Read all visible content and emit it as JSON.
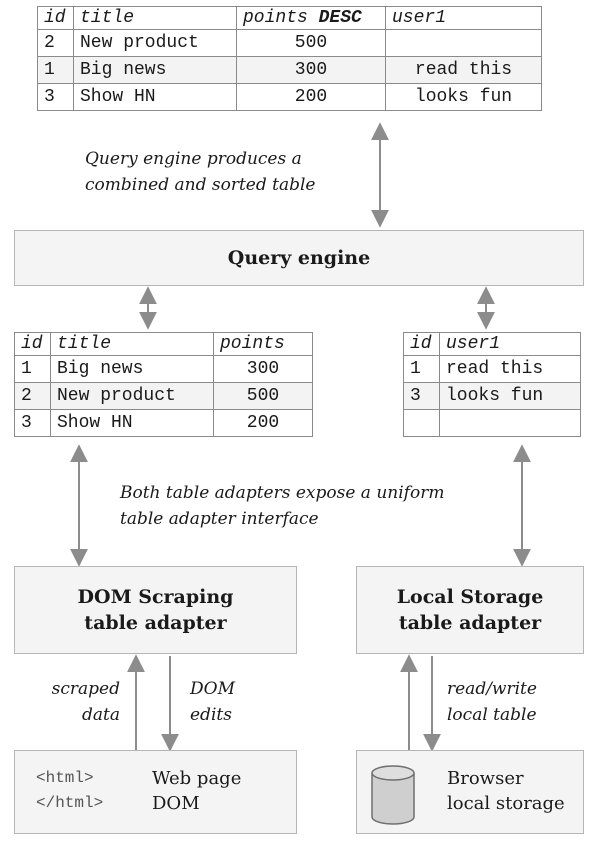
{
  "result_table": {
    "headers": [
      "id",
      "title",
      "points",
      "DESC",
      "user1"
    ],
    "rows": [
      [
        "2",
        "New product",
        "500",
        ""
      ],
      [
        "1",
        "Big news",
        "300",
        "read this"
      ],
      [
        "3",
        "Show HN",
        "200",
        "looks fun"
      ]
    ]
  },
  "query_engine_note": [
    "Query engine produces a",
    "combined and sorted table"
  ],
  "query_engine_label": "Query engine",
  "scraped_table": {
    "headers": [
      "id",
      "title",
      "points"
    ],
    "rows": [
      [
        "1",
        "Big news",
        "300"
      ],
      [
        "2",
        "New product",
        "500"
      ],
      [
        "3",
        "Show HN",
        "200"
      ]
    ]
  },
  "local_table": {
    "headers": [
      "id",
      "user1"
    ],
    "rows": [
      [
        "1",
        "read this"
      ],
      [
        "3",
        "looks fun"
      ],
      [
        "",
        ""
      ]
    ]
  },
  "adapters_note": [
    "Both table adapters expose a uniform",
    "table adapter interface"
  ],
  "dom_adapter_label": [
    "DOM Scraping",
    "table adapter"
  ],
  "local_adapter_label": [
    "Local Storage",
    "table adapter"
  ],
  "scraped_data_note": [
    "scraped",
    "data"
  ],
  "dom_edits_note": [
    "DOM",
    "edits"
  ],
  "read_write_note": [
    "read/write",
    "local table"
  ],
  "web_page": {
    "code": [
      "<html>",
      "</html>"
    ],
    "label": [
      "Web page",
      "DOM"
    ]
  },
  "browser_storage": {
    "label": [
      "Browser",
      "local storage"
    ],
    "icon": "database-cylinder-icon"
  },
  "colors": {
    "box_fill": "#f4f4f4",
    "box_border": "#b5b5b5",
    "arrow": "#8c8c8c",
    "row_alt": "#f3f3f3"
  }
}
